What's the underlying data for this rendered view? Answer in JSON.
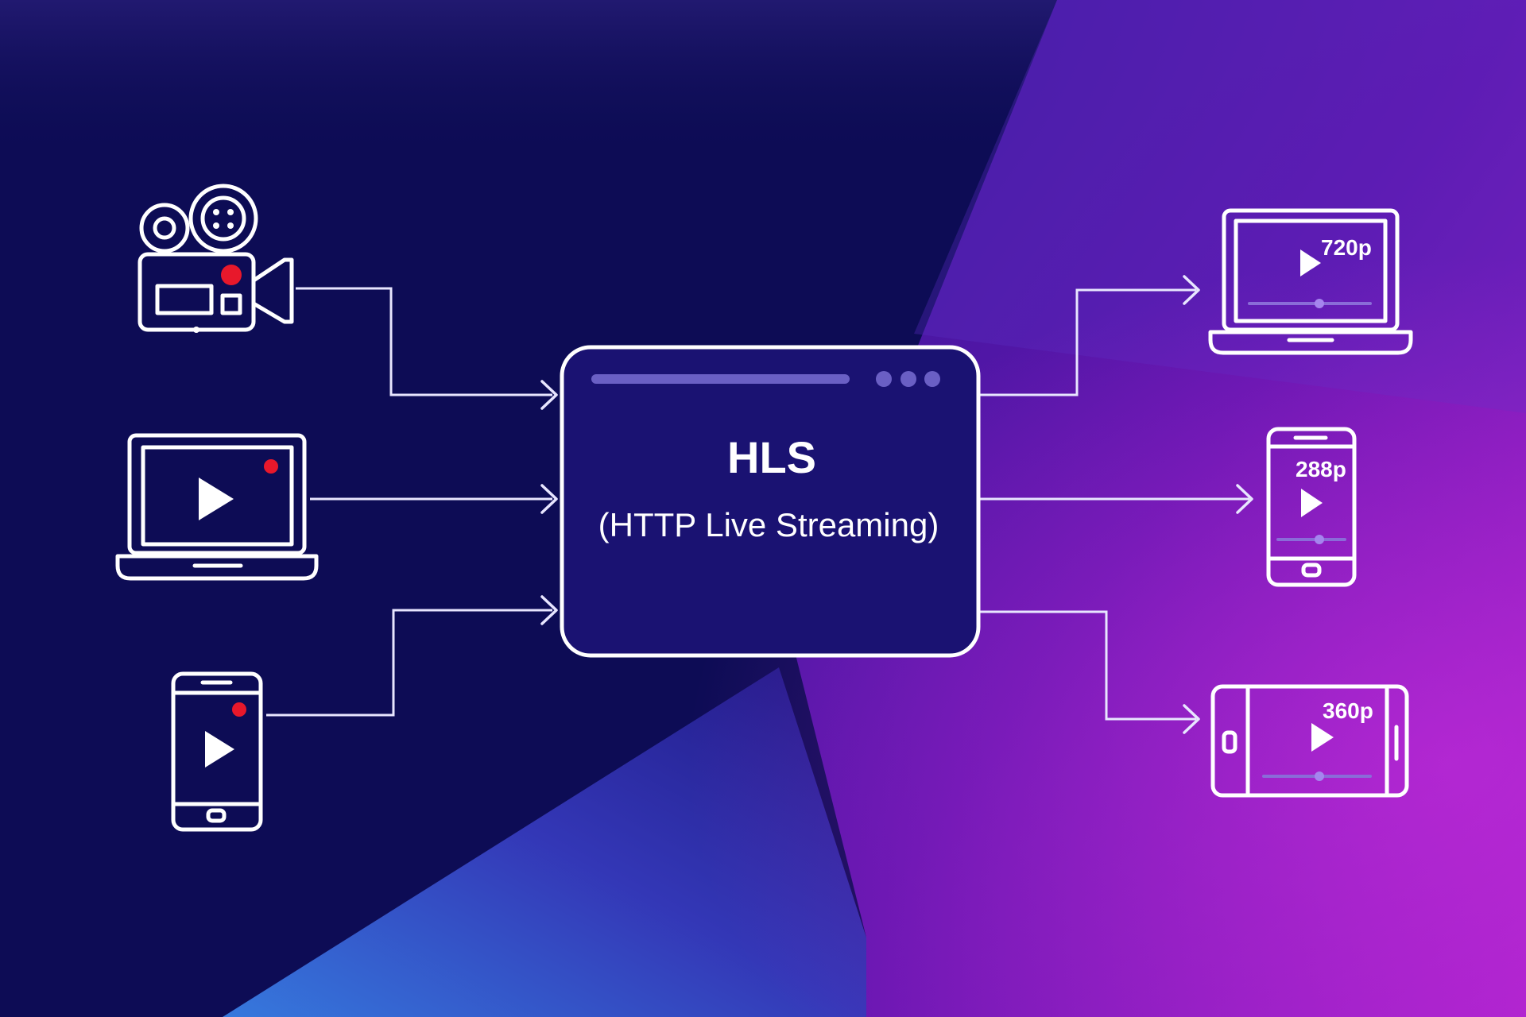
{
  "hub": {
    "title": "HLS",
    "subtitle": "(HTTP Live Streaming)"
  },
  "sources": [
    {
      "name": "video-camera",
      "icon": "video-camera-icon"
    },
    {
      "name": "laptop",
      "icon": "laptop-play-icon"
    },
    {
      "name": "phone",
      "icon": "phone-play-icon"
    }
  ],
  "outputs": [
    {
      "device": "laptop",
      "resolution": "720p"
    },
    {
      "device": "phone",
      "resolution": "288p"
    },
    {
      "device": "phone-landscape",
      "resolution": "360p"
    }
  ],
  "colors": {
    "background": "#0d0c55",
    "accent_purple": "#b52ad6",
    "accent_blue": "#3d6ef0",
    "record_dot": "#e8182b",
    "line": "#ffffff"
  }
}
